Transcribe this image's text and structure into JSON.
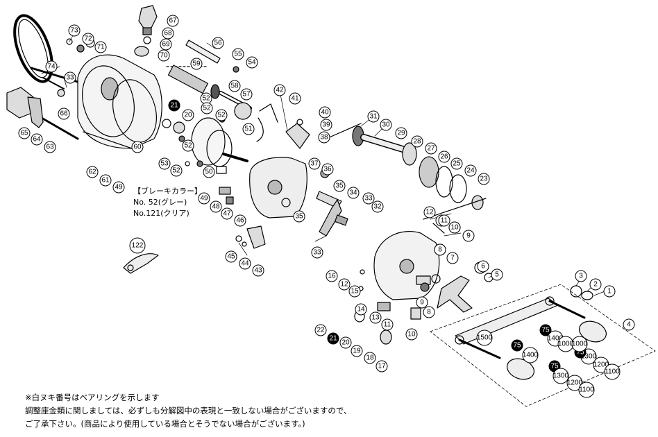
{
  "parts": [
    "73",
    "72",
    "71",
    "74",
    "33",
    "66",
    "65",
    "64",
    "63",
    "67",
    "68",
    "69",
    "70",
    "59",
    "58",
    "57",
    "56",
    "55",
    "54",
    "21",
    "20",
    "52",
    "53",
    "60",
    "62",
    "61",
    "49",
    "51",
    "50",
    "48",
    "47",
    "46",
    "45",
    "44",
    "43",
    "42",
    "41",
    "40",
    "39",
    "38",
    "37",
    "36",
    "35",
    "34",
    "32",
    "31",
    "30",
    "29",
    "28",
    "27",
    "26",
    "25",
    "24",
    "23",
    "22",
    "19",
    "18",
    "17",
    "16",
    "15",
    "14",
    "13",
    "12",
    "11",
    "10",
    "9",
    "8",
    "7",
    "6",
    "5",
    "3",
    "2",
    "1",
    "4",
    "75",
    "1500",
    "1400",
    "1300",
    "1200",
    "1100",
    "1000",
    "122"
  ],
  "brake_note": {
    "heading": "【ブレーキカラー】",
    "line1_no": "No. 52",
    "line1_desc": "(グレー)",
    "line2_no": "No.121",
    "line2_desc": "(クリア)"
  },
  "footer": {
    "line1": "※白ヌキ番号はベアリングを示します",
    "line2": "調整座金類に関しましては、必ずしも分解図中の表現と一致しない場合がございますので、",
    "line3": "ご了承下さい。(商品により使用している場合とそうでない場合がございます。)"
  },
  "colors": {
    "line": "#000000",
    "bearing_fill": "#000000",
    "bearing_text": "#ffffff",
    "shade": "#c8c8c8"
  }
}
